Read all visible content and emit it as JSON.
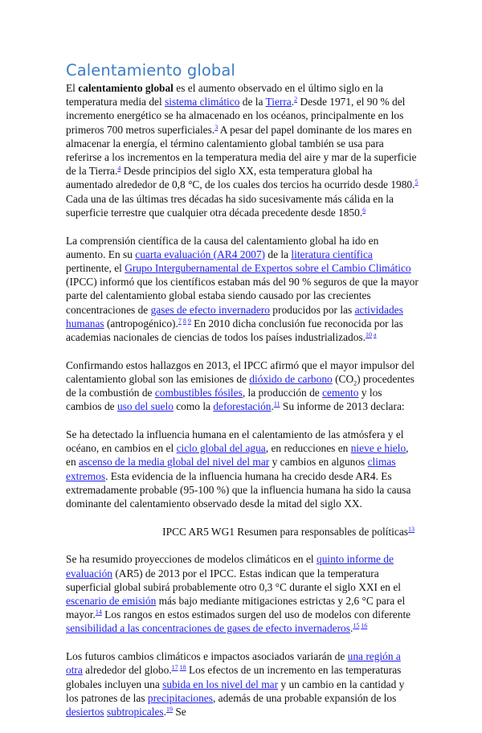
{
  "title": "Calentamiento global",
  "p1": {
    "s1": "El ",
    "bold": "calentamiento global",
    "s2": " es el aumento observado en el último siglo en la temperatura media del ",
    "l1": "sistema climático",
    "s3": " de la ",
    "l2": "Tierra",
    "s4": ".",
    "r2": "2",
    "s5": " Desde 1971, el 90 % del incremento energético se ha almacenado en los océanos, principalmente en los primeros 700 metros superficiales.",
    "r3": "3",
    "s6": " A pesar del papel dominante de los mares en almacenar la energía, el término calentamiento global también se usa para referirse a los incrementos en la temperatura media del aire y mar de la superficie de la Tierra.",
    "r4": "4",
    "s7": " Desde principios del siglo XX, esta temperatura global ha aumentado alrededor de 0,8 °C, de los cuales dos tercios ha ocurrido desde 1980.",
    "r5": "5",
    "s8": " Cada una de las últimas tres décadas ha sido sucesivamente más cálida en la superficie terrestre que cualquier otra década precedente desde 1850.",
    "r6": "6"
  },
  "p2": {
    "s1": "La comprensión científica de la causa del calentamiento global ha ido en aumento. En su ",
    "l1": "cuarta evaluación (AR4 2007)",
    "s2": " de la ",
    "l2": "literatura científica",
    "s3": " pertinente, el ",
    "l3": "Grupo Intergubernamental de Expertos sobre el Cambio Climático",
    "s4": " (IPCC) informó que los científicos estaban más del 90 % seguros de que la mayor parte del calentamiento global estaba siendo causado por las crecientes concentraciones de ",
    "l4": "gases de efecto invernadero",
    "s5": " producidos por las ",
    "l5": "actividades humanas",
    "s6": " (antropogénico).",
    "r7": "7",
    "r8": "8",
    "r9": "9",
    "s7": " En 2010 dicha conclusión fue reconocida por las academias nacionales de ciencias de todos los países industrializados.",
    "r10": "10",
    "ra": "a"
  },
  "p3": {
    "s1": "Confirmando estos hallazgos en 2013, el IPCC afirmó que el mayor impulsor del calentamiento global son las emisiones de ",
    "l1": "dióxido de carbono",
    "s2": " (CO",
    "sub": "2",
    "s3": ") procedentes de la combustión de ",
    "l2": "combustibles fósiles",
    "s4": ", la producción de ",
    "l3": "cemento",
    "s5": " y los cambios de ",
    "l4": "uso del suelo",
    "s6": " como la ",
    "l5": "deforestación",
    "s7": ".",
    "r11": "11",
    "s8": " Su informe de 2013 declara:"
  },
  "quote": {
    "s1": "Se ha detectado la influencia humana en el calentamiento de las atmósfera y el océano, en cambios en el ",
    "l1": "ciclo global del agua",
    "s2": ", en reducciones en ",
    "l2": "nieve e hielo",
    "s3": ", en ",
    "l3": "ascenso de la media global del nivel del mar",
    "s4": " y cambios en algunos ",
    "l4": "climas extremos",
    "s5": ". Esta evidencia de la influencia humana ha crecido desde AR4. Es extremadamente probable (95-100 %) que la influencia humana ha sido la causa dominante del calentamiento observado desde la mitad del siglo XX."
  },
  "attribution": {
    "text": "IPCC AR5 WG1 Resumen para responsables de políticas",
    "r13": "13"
  },
  "p4": {
    "s1": "Se ha resumido proyecciones de modelos climáticos en el ",
    "l1": "quinto informe de evaluación",
    "s2": " (AR5) de 2013 por el IPCC. Estas indican que la temperatura superficial global subirá probablemente otro 0,3 °C durante el siglo XXI en el ",
    "l2": "escenario de emisión",
    "s3": " más bajo mediante mitigaciones estrictas y 2,6 °C para el mayor.",
    "r14": "14",
    "s4": " Los rangos en estos estimados surgen del uso de modelos con diferente ",
    "l3": "sensibilidad a las concentraciones de gases de efecto invernaderos",
    "s5": ".",
    "r15": "15",
    "r16": "16"
  },
  "p5": {
    "s1": "Los futuros cambios climáticos e impactos asociados variarán de ",
    "l1": "una región a otra",
    "s2": " alrededor del globo.",
    "r17": "17",
    "r18": "18",
    "s3": " Los efectos de un incremento en las temperaturas globales incluyen una ",
    "l2": "subida en los nivel del mar",
    "s4": " y un cambio en la cantidad y los patrones de las ",
    "l3": "precipitaciones",
    "s5": ", además de una probable expansión de los ",
    "l4": "desiertos",
    "s6": " ",
    "l5": "subtropicales",
    "s7": ".",
    "r19": "19",
    "s8": " Se"
  }
}
